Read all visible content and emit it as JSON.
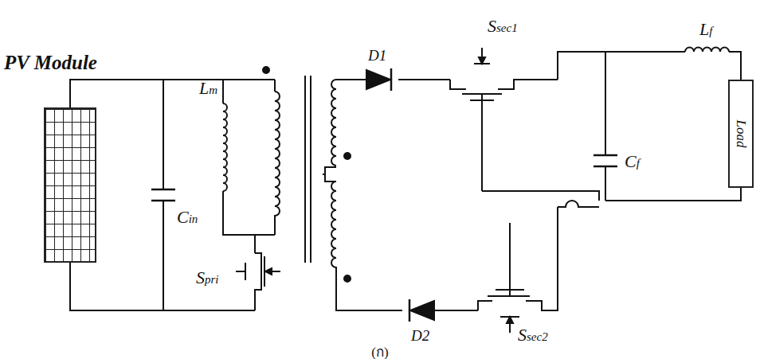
{
  "diagram": {
    "caption": "(ก)",
    "nodes": [
      {
        "text": [
          "PV Module"
        ]
      },
      {
        "text": [
          "Load"
        ]
      }
    ],
    "labels": [
      "D1",
      "Ssec1",
      "Lm",
      "Lf",
      "Cin",
      "Cf",
      "Spri",
      "D2",
      "Ssec2"
    ]
  }
}
